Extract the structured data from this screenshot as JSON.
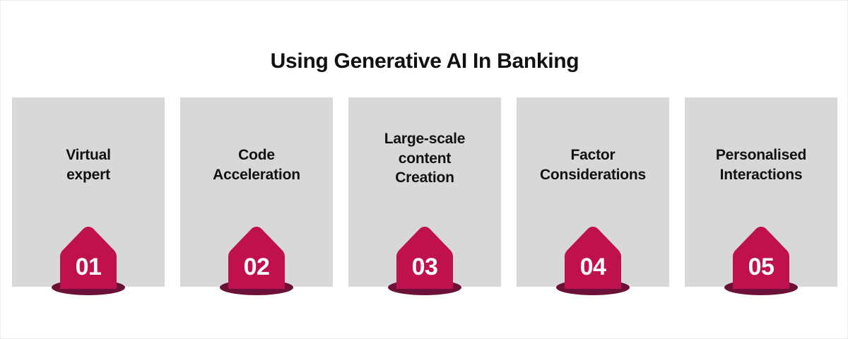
{
  "title": "Using Generative AI In Banking",
  "colors": {
    "background": "#ffffff",
    "card_background": "#d8d8d8",
    "badge_fill": "#c0114f",
    "badge_base": "#6d1038",
    "text": "#111111",
    "badge_number_text": "#ffffff"
  },
  "cards": [
    {
      "number": "01",
      "label": "Virtual expert",
      "lines": [
        "Virtual",
        "expert"
      ]
    },
    {
      "number": "02",
      "label": "Code Acceleration",
      "lines": [
        "Code",
        "Acceleration"
      ]
    },
    {
      "number": "03",
      "label": "Large-scale content Creation",
      "lines": [
        "Large-scale",
        "content",
        "Creation"
      ]
    },
    {
      "number": "04",
      "label": "Factor Considerations",
      "lines": [
        "Factor",
        "Considerations"
      ]
    },
    {
      "number": "05",
      "label": "Personalised Interactions",
      "lines": [
        "Personalised",
        "Interactions"
      ]
    }
  ]
}
